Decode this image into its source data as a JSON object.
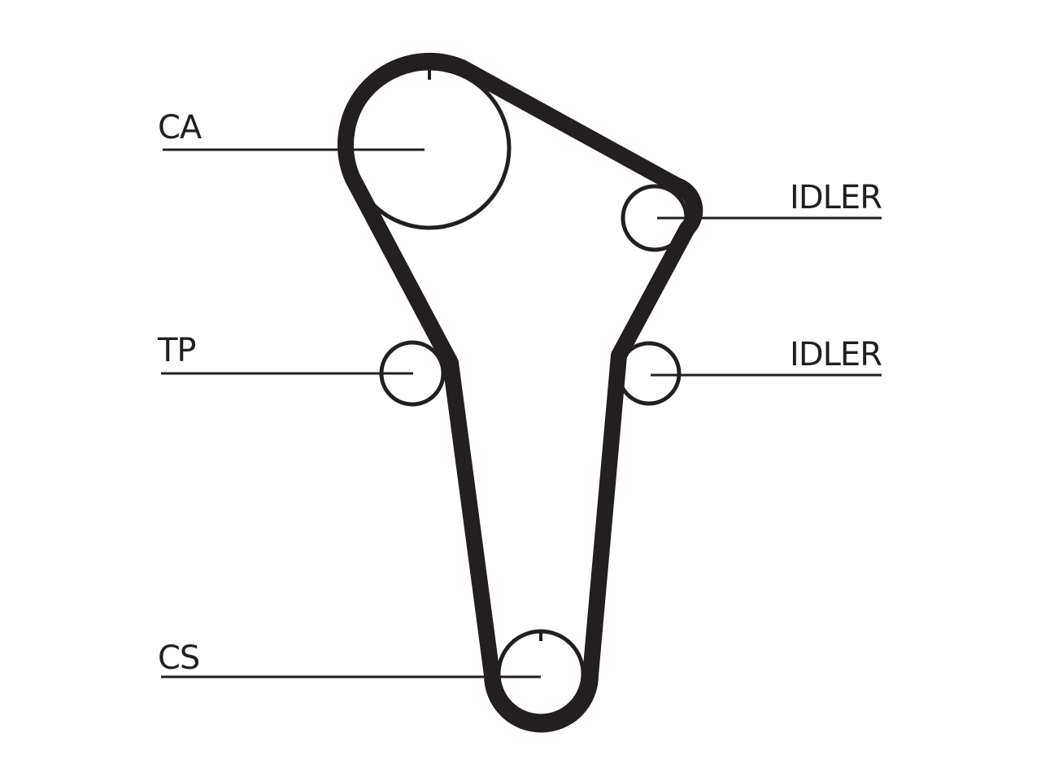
{
  "colors": {
    "background": "#ffffff",
    "ink": "#231f20"
  },
  "labels": {
    "ca": "CA",
    "idler_top": "IDLER",
    "tp": "TP",
    "idler_bottom": "IDLER",
    "cs": "CS"
  }
}
